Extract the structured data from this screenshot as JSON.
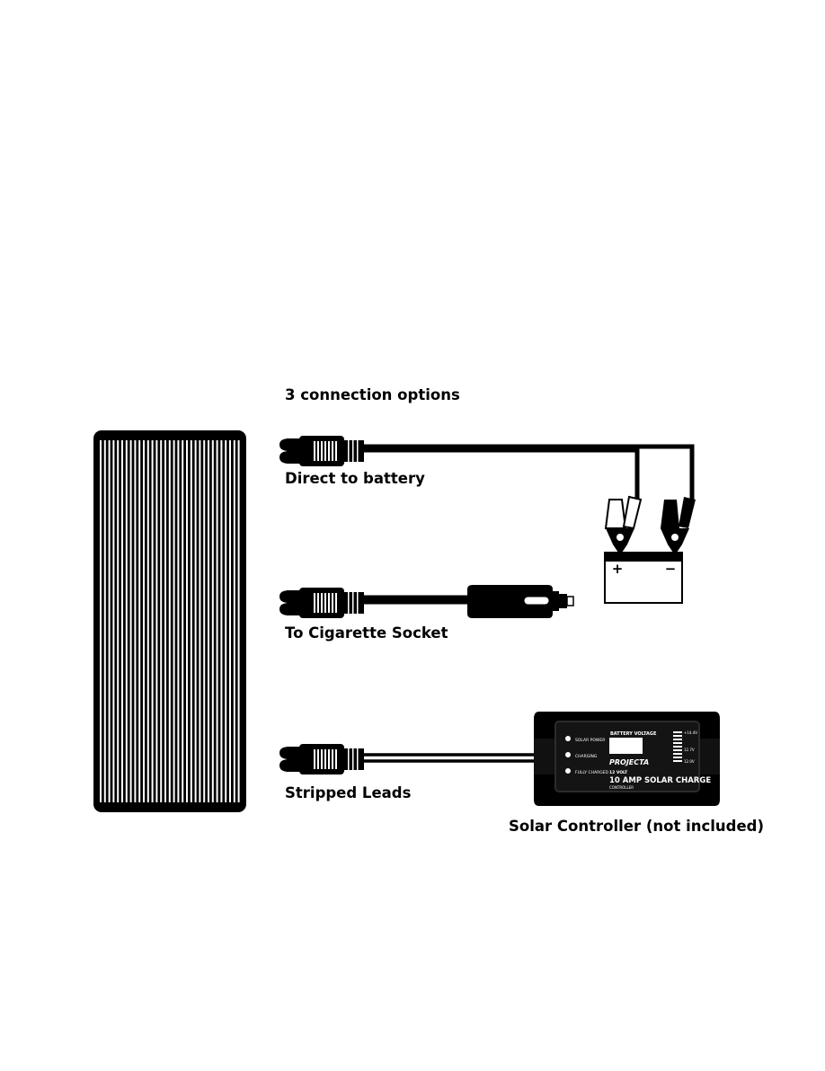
{
  "diagram": {
    "title": "3 connection options",
    "options": [
      {
        "label": "Direct to battery"
      },
      {
        "label": "To Cigarette Socket"
      },
      {
        "label": "Stripped Leads"
      }
    ],
    "battery": {
      "plus": "+",
      "minus": "−"
    },
    "controller": {
      "caption": "Solar Controller (not included)",
      "brand": "PROJECTA",
      "voltage_title": "BATTERY VOLTAGE",
      "indicators": [
        "SOLAR POWER",
        "CHARGING",
        "FULLY CHARGED"
      ],
      "scale_labels": [
        "+14.4V",
        "12.7V",
        "12.0V"
      ],
      "line1": "12 VOLT",
      "line2": "10 AMP SOLAR CHARGE",
      "line3": "CONTROLLER"
    }
  }
}
